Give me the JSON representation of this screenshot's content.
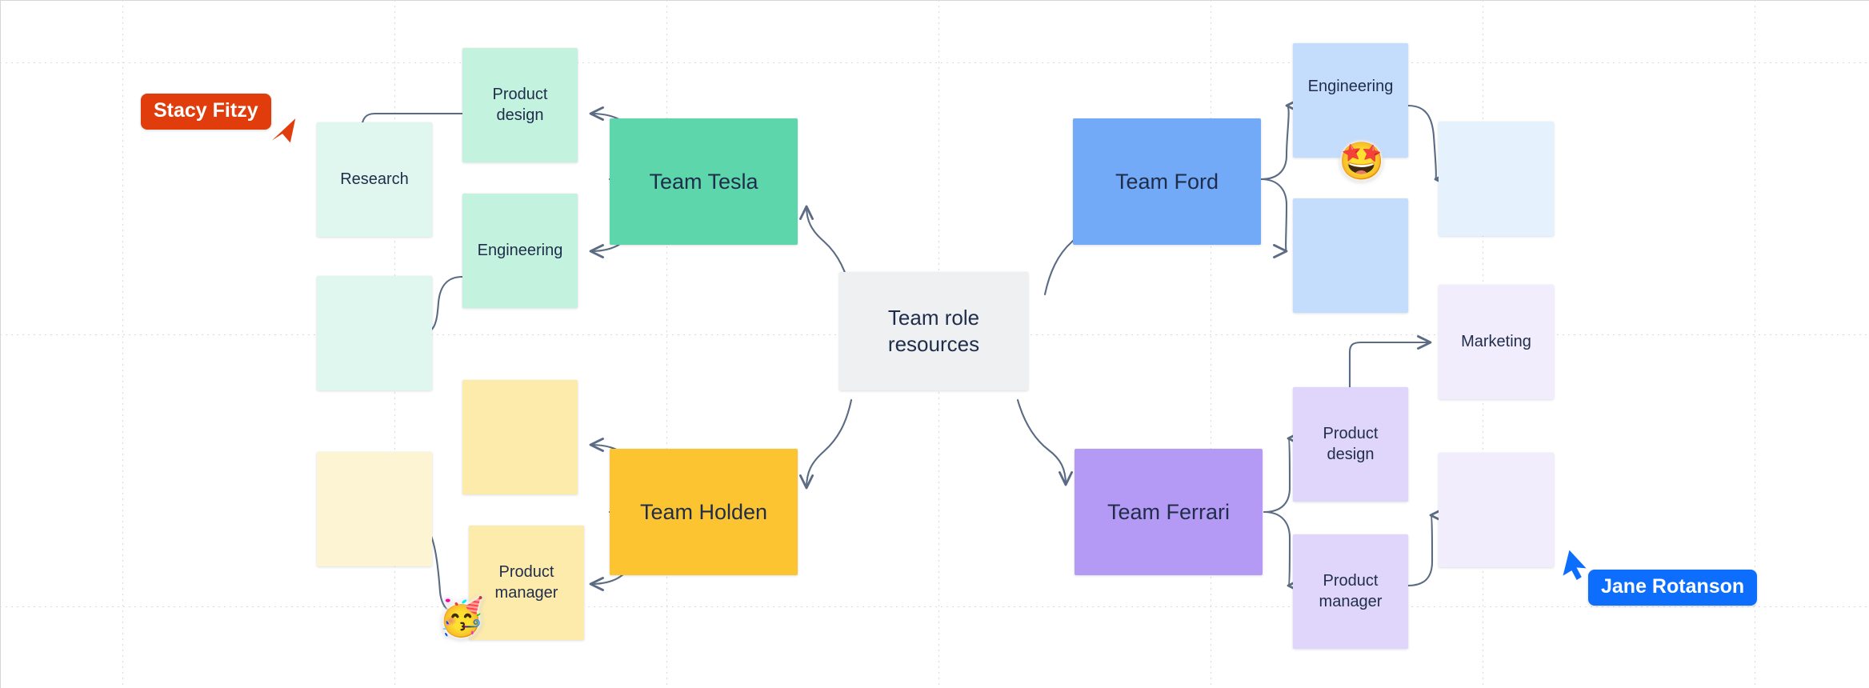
{
  "board": {
    "title": "Team role resources",
    "background": "#ffffff",
    "grid_color": "#d9dbde",
    "grid_spacing": 340,
    "edge_color": "#5b6b84",
    "text_color": "#1f2d4a"
  },
  "center_node": {
    "label": "Team role\nresources",
    "color": "#eef0f2"
  },
  "teams": [
    {
      "id": "tesla",
      "label": "Team Tesla",
      "color": "#5dd6ab",
      "role_color": "#c3f3df",
      "blank_color": "#dff7ee",
      "roles": [
        {
          "label": "Product\ndesign"
        },
        {
          "label": "Engineering"
        }
      ],
      "outputs": [
        {
          "label": "Research"
        },
        {
          "label": ""
        }
      ]
    },
    {
      "id": "holden",
      "label": "Team Holden",
      "color": "#fbc430",
      "role_color": "#fcebab",
      "blank_color": "#fdf4d3",
      "roles": [
        {
          "label": ""
        },
        {
          "label": "Product\nmanager"
        }
      ],
      "outputs": [
        {
          "label": ""
        },
        {
          "label": ""
        }
      ]
    },
    {
      "id": "ford",
      "label": "Team Ford",
      "color": "#72aaf8",
      "role_color": "#c5ddfd",
      "blank_color": "#e6f1fe",
      "roles": [
        {
          "label": "Engineering"
        },
        {
          "label": ""
        }
      ],
      "outputs": [
        {
          "label": ""
        }
      ]
    },
    {
      "id": "ferrari",
      "label": "Team Ferrari",
      "color": "#b49af4",
      "role_color": "#e0d6fb",
      "blank_color": "#f1edfc",
      "roles": [
        {
          "label": "Product\ndesign"
        },
        {
          "label": "Product\nmanager"
        }
      ],
      "outputs": [
        {
          "label": "Marketing"
        },
        {
          "label": ""
        }
      ]
    }
  ],
  "stickers": [
    {
      "name": "star-struck-emoji",
      "glyph": "🤩"
    },
    {
      "name": "partying-face-emoji",
      "glyph": "🥳"
    }
  ],
  "cursors": [
    {
      "name": "Stacy Fitzy",
      "color": "#e03c0c"
    },
    {
      "name": "Jane Rotanson",
      "color": "#0d6efd"
    }
  ]
}
